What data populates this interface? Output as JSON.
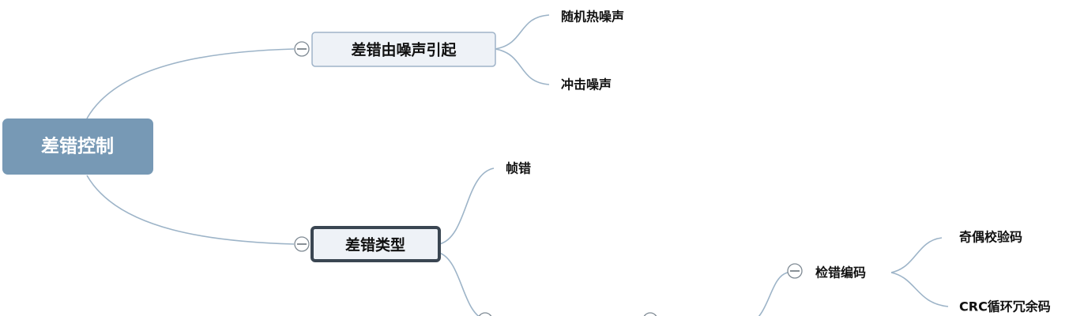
{
  "diagram": {
    "type": "mind-map",
    "root": {
      "label": "差错控制",
      "children": [
        {
          "label": "差错由噪声引起",
          "children": [
            {
              "label": "随机热噪声"
            },
            {
              "label": "冲击噪声"
            }
          ]
        },
        {
          "label": "差错类型",
          "selected": true,
          "children": [
            {
              "label": "帧错"
            },
            {
              "label": "",
              "children": [
                {
                  "label": "",
                  "children": [
                    {
                      "label": "检错编码",
                      "children": [
                        {
                          "label": "奇偶校验码"
                        },
                        {
                          "label": "CRC循环冗余码"
                        }
                      ]
                    }
                  ]
                }
              ]
            }
          ]
        }
      ]
    }
  },
  "colors": {
    "root_fill": "#7799b5",
    "branch_line": "#9db4c8",
    "selected_border": "#3a4652",
    "topic_fill": "#eef2f7"
  }
}
